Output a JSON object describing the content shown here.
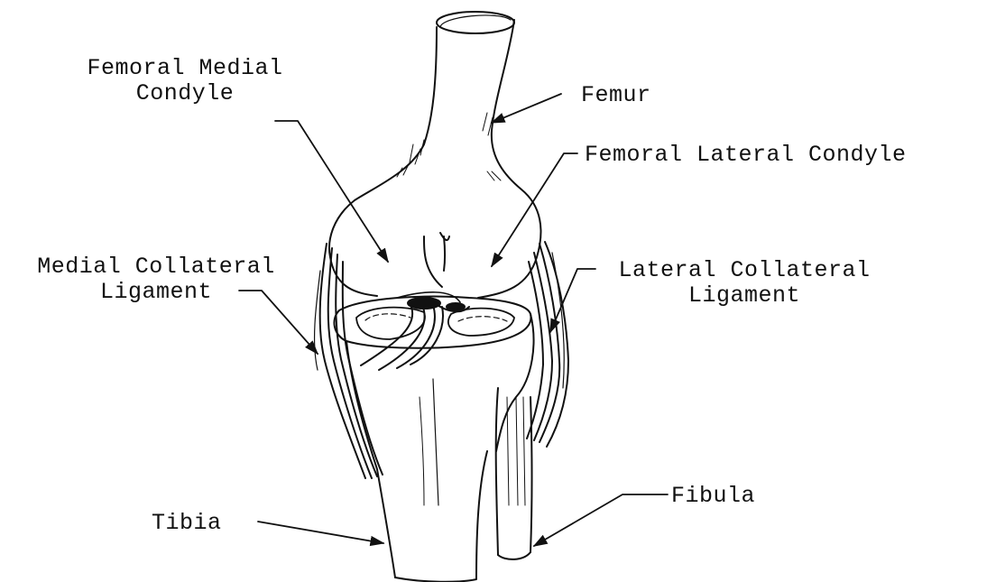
{
  "labels": {
    "femoral_medial_condyle": {
      "line1": "Femoral Medial",
      "line2": "Condyle"
    },
    "femur": "Femur",
    "femoral_lateral_condyle": "Femoral Lateral Condyle",
    "medial_collateral_ligament": {
      "line1": "Medial Collateral",
      "line2": "Ligament"
    },
    "lateral_collateral_ligament": {
      "line1": "Lateral Collateral",
      "line2": "Ligament"
    },
    "tibia": "Tibia",
    "fibula": "Fibula"
  },
  "colors": {
    "ink": "#111111",
    "background": "#ffffff"
  }
}
